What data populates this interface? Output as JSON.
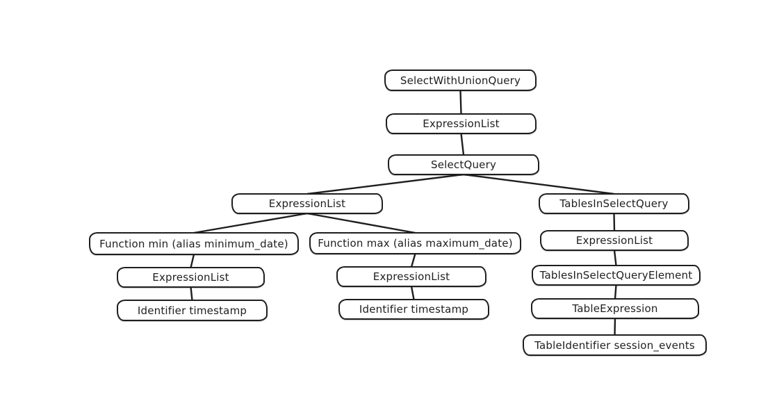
{
  "diagram": {
    "type": "tree",
    "colors": {
      "stroke": "#1e1e1e",
      "fill": "#ffffff",
      "background": "#ffffff"
    },
    "nodes": [
      {
        "id": "select_with_union_query",
        "label": "SelectWithUnionQuery"
      },
      {
        "id": "expression_list_top",
        "label": "ExpressionList"
      },
      {
        "id": "select_query",
        "label": "SelectQuery"
      },
      {
        "id": "expression_list_select",
        "label": "ExpressionList"
      },
      {
        "id": "tables_in_select_query",
        "label": "TablesInSelectQuery"
      },
      {
        "id": "function_min",
        "label": "Function min (alias minimum_date)"
      },
      {
        "id": "function_max",
        "label": "Function max (alias maximum_date)"
      },
      {
        "id": "expression_list_tables",
        "label": "ExpressionList"
      },
      {
        "id": "expression_list_min",
        "label": "ExpressionList"
      },
      {
        "id": "expression_list_max",
        "label": "ExpressionList"
      },
      {
        "id": "tables_in_select_query_element",
        "label": "TablesInSelectQueryElement"
      },
      {
        "id": "identifier_timestamp_min",
        "label": "Identifier timestamp"
      },
      {
        "id": "identifier_timestamp_max",
        "label": "Identifier timestamp"
      },
      {
        "id": "table_expression",
        "label": "TableExpression"
      },
      {
        "id": "table_identifier_session_events",
        "label": "TableIdentifier session_events"
      }
    ],
    "edges": [
      {
        "from": "select_with_union_query",
        "to": "expression_list_top"
      },
      {
        "from": "expression_list_top",
        "to": "select_query"
      },
      {
        "from": "select_query",
        "to": "expression_list_select"
      },
      {
        "from": "select_query",
        "to": "tables_in_select_query"
      },
      {
        "from": "expression_list_select",
        "to": "function_min"
      },
      {
        "from": "expression_list_select",
        "to": "function_max"
      },
      {
        "from": "function_min",
        "to": "expression_list_min"
      },
      {
        "from": "expression_list_min",
        "to": "identifier_timestamp_min"
      },
      {
        "from": "function_max",
        "to": "expression_list_max"
      },
      {
        "from": "expression_list_max",
        "to": "identifier_timestamp_max"
      },
      {
        "from": "tables_in_select_query",
        "to": "expression_list_tables"
      },
      {
        "from": "expression_list_tables",
        "to": "tables_in_select_query_element"
      },
      {
        "from": "tables_in_select_query_element",
        "to": "table_expression"
      },
      {
        "from": "table_expression",
        "to": "table_identifier_session_events"
      }
    ]
  }
}
